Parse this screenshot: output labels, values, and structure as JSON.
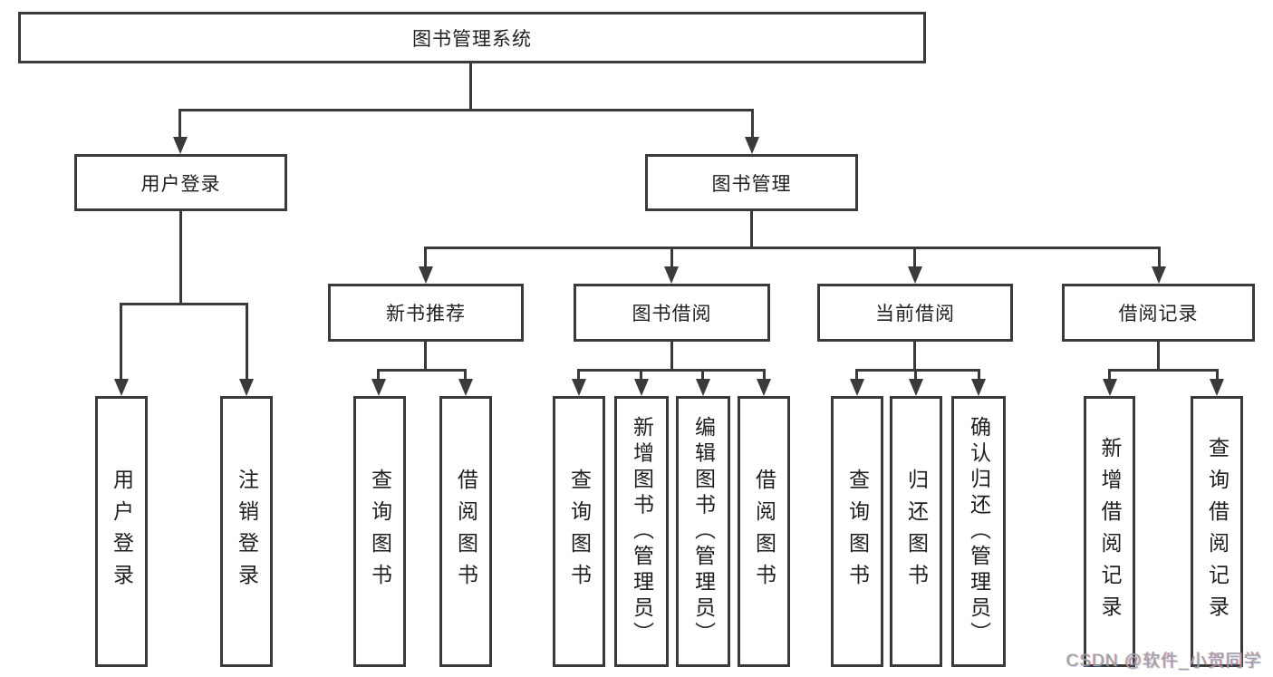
{
  "diagram_title": "图书管理系统",
  "root": {
    "label": "图书管理系统"
  },
  "level1": [
    {
      "label": "用户登录"
    },
    {
      "label": "图书管理"
    }
  ],
  "level2": [
    {
      "label": "新书推荐"
    },
    {
      "label": "图书借阅"
    },
    {
      "label": "当前借阅"
    },
    {
      "label": "借阅记录"
    }
  ],
  "leaves": [
    {
      "group": "用户登录",
      "label": "用户登录"
    },
    {
      "group": "用户登录",
      "label": "注销登录"
    },
    {
      "group": "新书推荐",
      "label": "查询图书"
    },
    {
      "group": "新书推荐",
      "label": "借阅图书"
    },
    {
      "group": "图书借阅",
      "label": "查询图书"
    },
    {
      "group": "图书借阅",
      "label": "新增图书（管理员）"
    },
    {
      "group": "图书借阅",
      "label": "编辑图书（管理员）"
    },
    {
      "group": "图书借阅",
      "label": "借阅图书"
    },
    {
      "group": "当前借阅",
      "label": "查询图书"
    },
    {
      "group": "当前借阅",
      "label": "归还图书"
    },
    {
      "group": "当前借阅",
      "label": "确认归还（管理员）"
    },
    {
      "group": "借阅记录",
      "label": "新增借阅记录"
    },
    {
      "group": "借阅记录",
      "label": "查询借阅记录"
    }
  ],
  "watermark": "CSDN @软件_小贺同学",
  "colors": {
    "line": "#3a3a3a",
    "text": "#1f1f1f",
    "watermark": "#a0a0a0",
    "background": "#ffffff"
  }
}
